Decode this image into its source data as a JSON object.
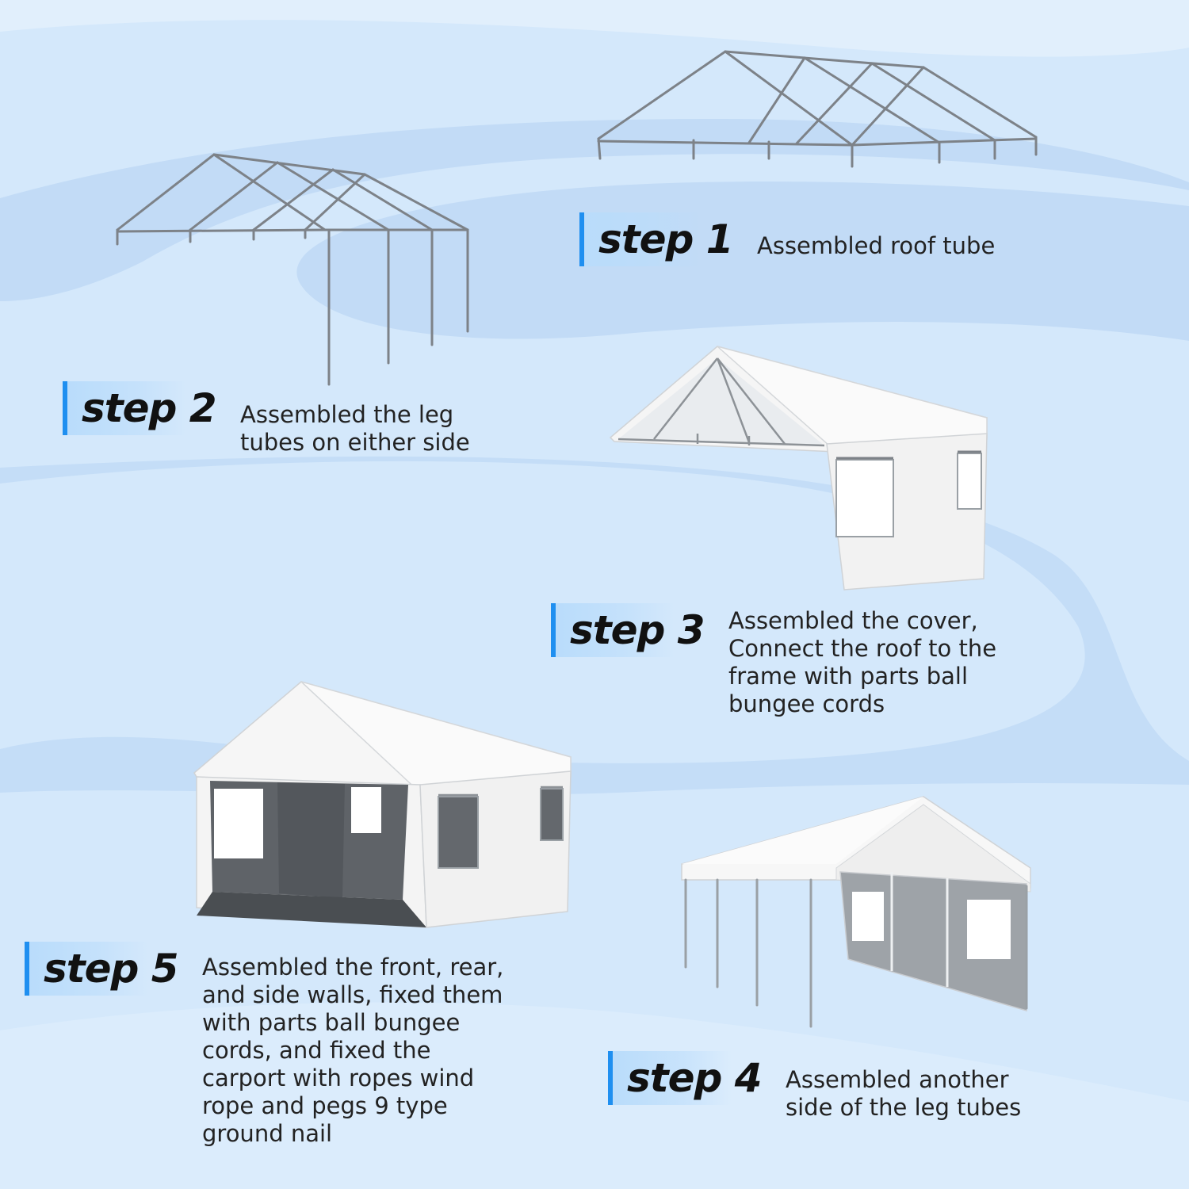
{
  "steps": [
    {
      "label": "step 1",
      "description": [
        "Assembled roof tube"
      ]
    },
    {
      "label": "step 2",
      "description": [
        "Assembled the leg",
        "tubes on either side"
      ]
    },
    {
      "label": "step 3",
      "description": [
        "Assembled the cover,",
        "Connect the roof to the",
        "frame with parts ball",
        "bungee cords"
      ]
    },
    {
      "label": "step 4",
      "description": [
        "Assembled another",
        "side of the leg tubes"
      ]
    },
    {
      "label": "step 5",
      "description": [
        "Assembled the front, rear,",
        "and side walls, fixed them",
        "with parts ball bungee",
        "cords, and fixed the",
        "carport with ropes wind",
        "rope and pegs 9 type",
        "ground nail"
      ]
    }
  ],
  "colors": {
    "accent": "#1f8ff0",
    "background": "#d6e9fb",
    "band": "#c3ddf8",
    "frame": "#7d8288",
    "canopy": "#f7f7f7"
  },
  "illustrations": {
    "step1": "roof-frame-icon",
    "step2": "frame-with-legs-icon",
    "step3": "covered-roof-with-side-wall-icon",
    "step4": "canopy-with-legs-icon",
    "step5": "enclosed-carport-icon"
  }
}
